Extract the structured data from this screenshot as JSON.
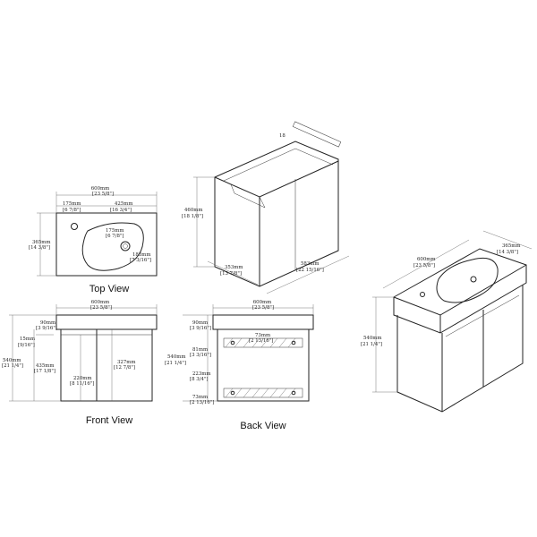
{
  "views": {
    "top": "Top View",
    "front": "Front View",
    "back": "Back View"
  },
  "dims": {
    "top_width": "600mm",
    "top_width_in": "[23 5/8\"]",
    "tap_offset": "175mm",
    "tap_offset_in": "[6 7/8\"]",
    "basin_w": "425mm",
    "basin_w_in": "[16 3/4\"]",
    "drain_off": "175mm",
    "drain_off_in": "[6 7/8\"]",
    "drain_y": "183mm",
    "drain_y_in": "[7 3/16\"]",
    "top_depth": "365mm",
    "top_depth_in": "[14 3/8\"]",
    "front_width": "600mm",
    "front_width_in": "[23 5/8\"]",
    "front_top": "90mm",
    "front_top_in": "[3 9/16\"]",
    "front_lip": "15mm",
    "front_lip_in": "[9/16\"]",
    "front_cab": "435mm",
    "front_cab_in": "[17 1/8\"]",
    "front_total": "540mm",
    "front_total_in": "[21 1/4\"]",
    "door_l": "220mm",
    "door_l_in": "[8 11/16\"]",
    "door_r": "327mm",
    "door_r_in": "[12 7/8\"]",
    "back_width": "600mm",
    "back_width_in": "[23 5/8\"]",
    "back_top": "90mm",
    "back_top_in": "[3 9/16\"]",
    "back_rail1": "73mm",
    "back_rail1_in": "[2 13/16\"]",
    "back_gap1": "81mm",
    "back_gap1_in": "[3 3/16\"]",
    "back_mid": "223mm",
    "back_mid_in": "[8 3/4\"]",
    "back_rail2": "73mm",
    "back_rail2_in": "[2 13/16\"]",
    "back_total": "540mm",
    "back_total_in": "[21 1/4\"]",
    "cab_h": "460mm",
    "cab_h_in": "[18 1/8\"]",
    "cab_d": "353mm",
    "cab_d_in": "[13 7/8\"]",
    "cab_w": "583mm",
    "cab_w_in": "[22 15/16\"]",
    "cab_18": "18",
    "iso_w": "600mm",
    "iso_w_in": "[23 5/8\"]",
    "iso_d": "365mm",
    "iso_d_in": "[14 3/8\"]",
    "iso_h": "540mm",
    "iso_h_in": "[21 1/4\"]"
  }
}
